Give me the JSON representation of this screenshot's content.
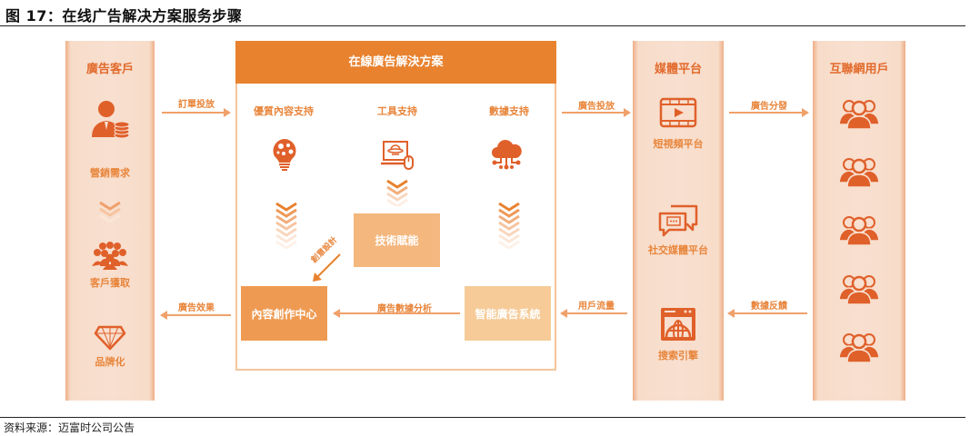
{
  "figure": {
    "title": "图 17：在线广告解决方案服务步骤",
    "source": "资料来源：迈富时公司公告"
  },
  "colors": {
    "accent": "#e8822f",
    "icon": "#e0602a",
    "text_orange": "#e8853b",
    "column_bg": "#f8dfcf",
    "box_dark": "#ef9a52",
    "box_mid": "#f4b77e",
    "box_light": "#f6cb98"
  },
  "advertiser_column": {
    "title": "廣告客戶",
    "items": [
      {
        "icon": "businessman-coins-icon",
        "label": ""
      },
      {
        "icon": "",
        "label": "營銷需求"
      },
      {
        "icon": "crowd-icon",
        "label": "客戶獲取"
      },
      {
        "icon": "diamond-icon",
        "label": "品牌化"
      }
    ]
  },
  "solution": {
    "title": "在線廣告解決方案",
    "supports": [
      {
        "label": "優質內容支持",
        "icon": "lightbulb-icon"
      },
      {
        "label": "工具支持",
        "icon": "computer-mouse-icon"
      },
      {
        "label": "數據支持",
        "icon": "cloud-network-icon"
      }
    ],
    "boxes": {
      "tech": "技術賦能",
      "content_center": "內容創作中心",
      "smart_system": "智能廣告系統"
    },
    "arrows": {
      "creative_design": "創意設計",
      "data_analysis": "廣告數據分析"
    }
  },
  "media_column": {
    "title": "媒體平台",
    "items": [
      {
        "icon": "video-icon",
        "label": "短視頻平台"
      },
      {
        "icon": "chat-icon",
        "label": "社交媒體平台"
      },
      {
        "icon": "browser-globe-icon",
        "label": "搜索引擎"
      }
    ]
  },
  "users_column": {
    "title": "互聯網用戶",
    "items": [
      {
        "icon": "users-group-icon"
      },
      {
        "icon": "users-group-icon"
      },
      {
        "icon": "users-group-icon"
      },
      {
        "icon": "users-group-icon"
      },
      {
        "icon": "users-group-icon"
      }
    ]
  },
  "flows": {
    "order_placement": "訂單投放",
    "ad_effect": "廣告效果",
    "ad_placement": "廣告投放",
    "user_traffic": "用戶流量",
    "ad_distribution": "廣告分發",
    "data_feedback": "數據反饋"
  }
}
